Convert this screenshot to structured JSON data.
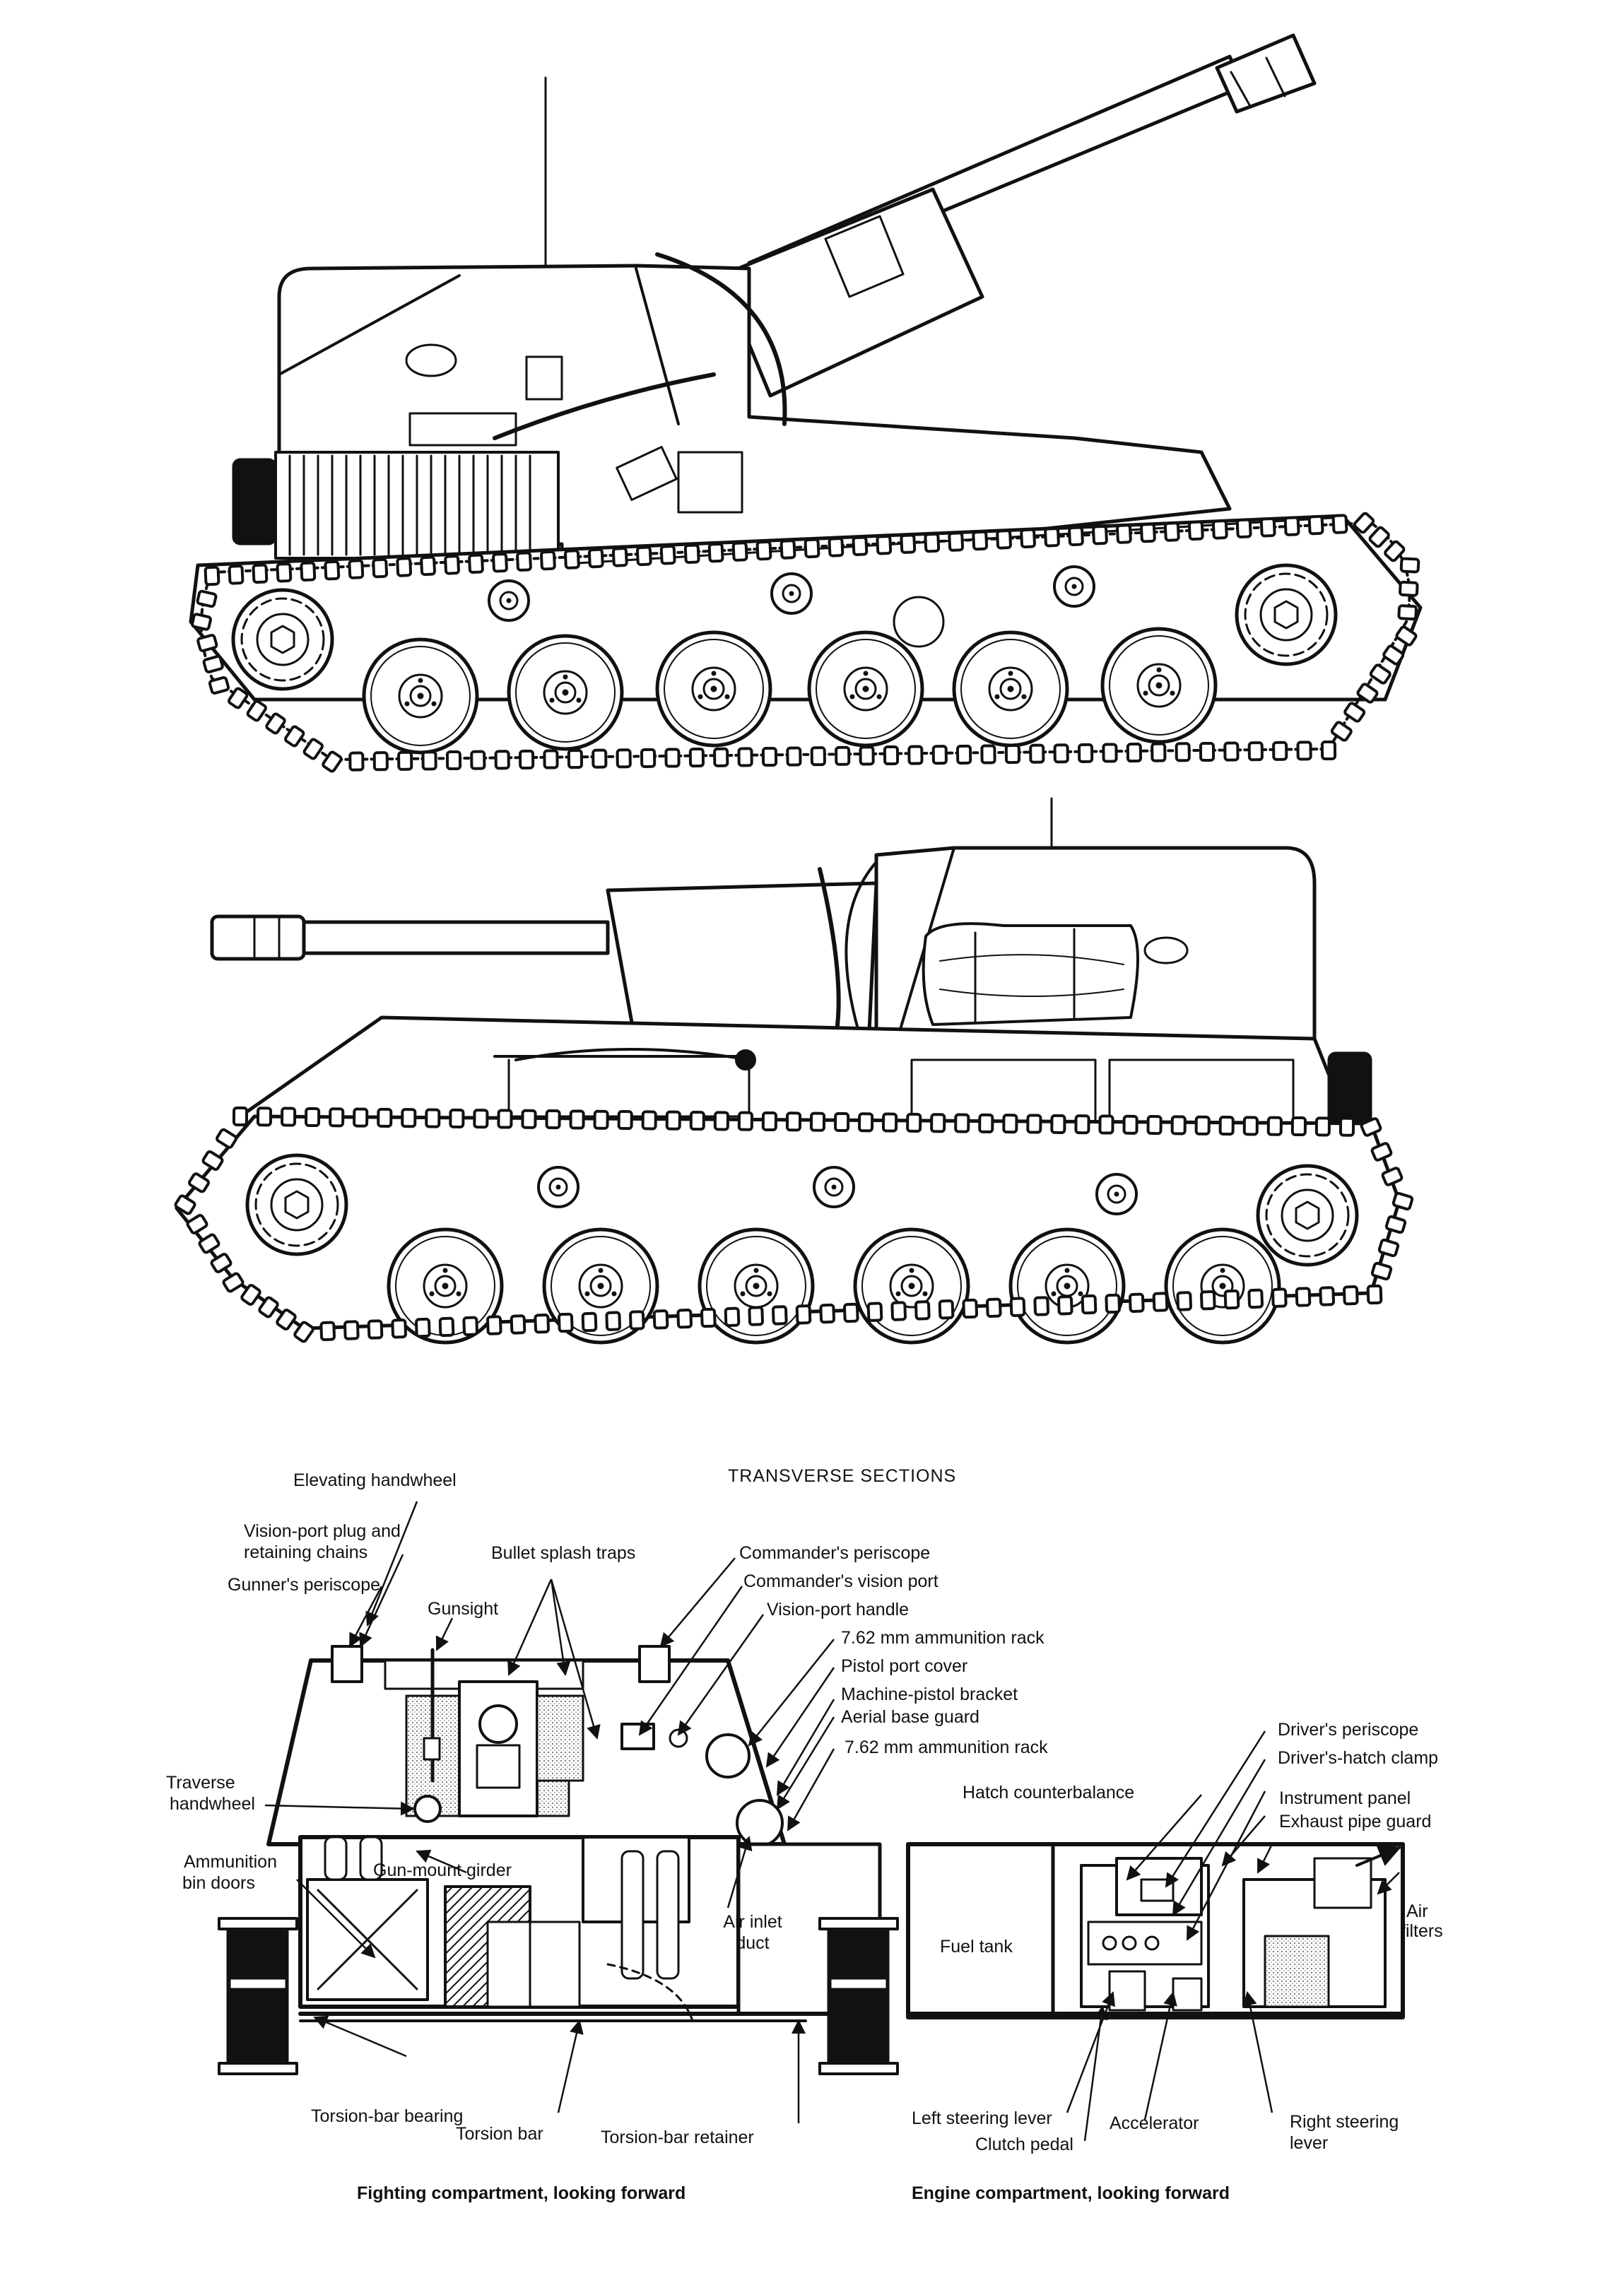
{
  "section_title": "TRANSVERSE SECTIONS",
  "captions": {
    "fighting": "Fighting compartment, looking forward",
    "engine": "Engine compartment, looking forward"
  },
  "fighting_labels": {
    "elevating_handwheel": "Elevating handwheel",
    "vision_port_plug_1": "Vision-port plug and",
    "vision_port_plug_2": "retaining chains",
    "gunners_periscope": "Gunner's periscope",
    "bullet_splash_traps": "Bullet splash traps",
    "gunsight": "Gunsight",
    "traverse_handwheel_1": "Traverse",
    "traverse_handwheel_2": "handwheel",
    "ammunition_bin_doors_1": "Ammunition",
    "ammunition_bin_doors_2": "bin doors",
    "gun_mount_girder": "Gun-mount girder",
    "commanders_periscope": "Commander's periscope",
    "commanders_vision_port": "Commander's vision port",
    "vision_port_handle": "Vision-port handle",
    "ammo_rack_1": "7.62 mm ammunition rack",
    "pistol_port_cover": "Pistol port cover",
    "machine_pistol_bracket": "Machine-pistol bracket",
    "aerial_base_guard": "Aerial base guard",
    "ammo_rack_2": "7.62 mm ammunition rack",
    "air_inlet_duct_1": "Air inlet",
    "air_inlet_duct_2": "duct",
    "torsion_bar_bearing": "Torsion-bar bearing",
    "torsion_bar": "Torsion bar",
    "torsion_bar_retainer": "Torsion-bar retainer"
  },
  "engine_labels": {
    "hatch_counterbalance": "Hatch counterbalance",
    "drivers_periscope": "Driver's periscope",
    "drivers_hatch_clamp": "Driver's-hatch clamp",
    "instrument_panel": "Instrument panel",
    "exhaust_pipe_guard": "Exhaust pipe guard",
    "fuel_tank": "Fuel tank",
    "air_filters_1": "Air",
    "air_filters_2": "filters",
    "left_steering_lever": "Left steering lever",
    "clutch_pedal": "Clutch pedal",
    "accelerator": "Accelerator",
    "right_steering_lever_1": "Right steering",
    "right_steering_lever_2": "lever"
  }
}
